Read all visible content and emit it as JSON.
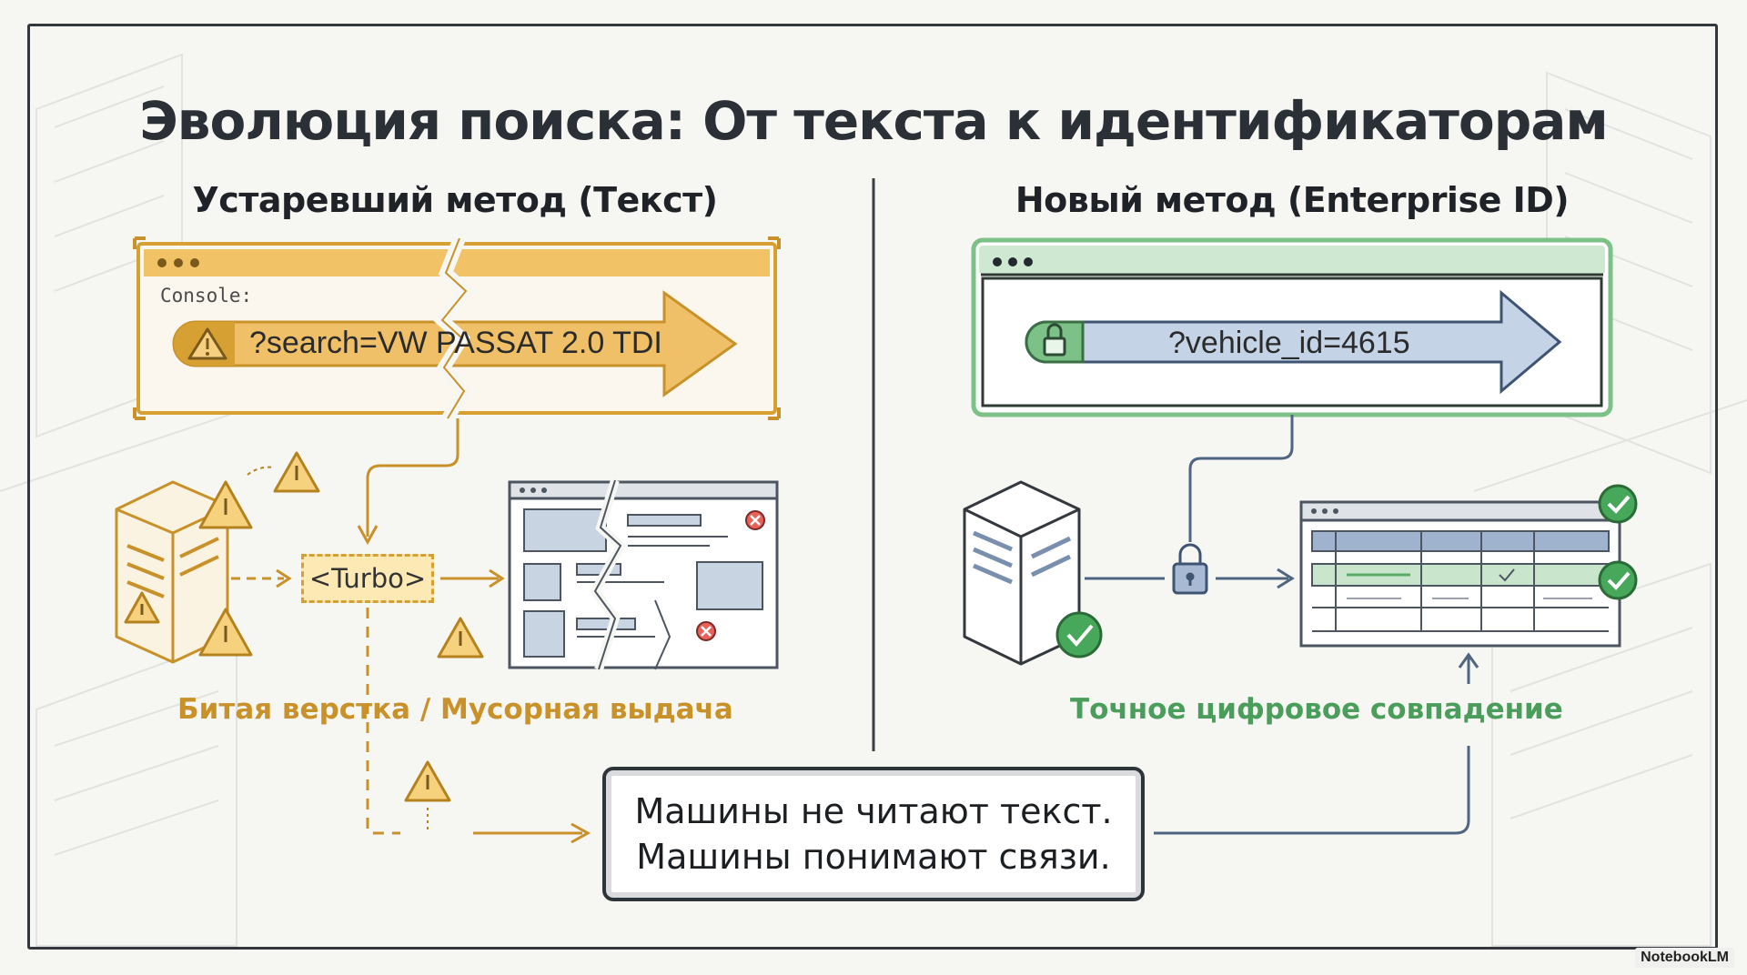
{
  "title": "Эволюция поиска: От текста к идентификаторам",
  "left": {
    "heading": "Устаревший метод (Текст)",
    "console_label": "Console:",
    "query": "?search=VW PASSAT 2.0 TDI",
    "middleware": "<Turbo>",
    "caption": "Битая верстка / Мусорная выдача",
    "icons": [
      "warning-icon",
      "server-icon",
      "broken-page-icon",
      "error-icon"
    ]
  },
  "right": {
    "heading": "Новый метод (Enterprise ID)",
    "query": "?vehicle_id=4615",
    "caption": "Точное цифровое совпадение",
    "icons": [
      "lock-icon",
      "server-icon",
      "table-icon",
      "check-icon"
    ]
  },
  "message": {
    "line1": "Машины не читают текст.",
    "line2": "Машины понимают связи."
  },
  "watermark": "NotebookLM",
  "colors": {
    "legacy": "#e7b765",
    "legacy_dark": "#c99129",
    "modern": "#5aaa68",
    "modern_fill": "#c4d3e6",
    "ink": "#2b3036"
  }
}
